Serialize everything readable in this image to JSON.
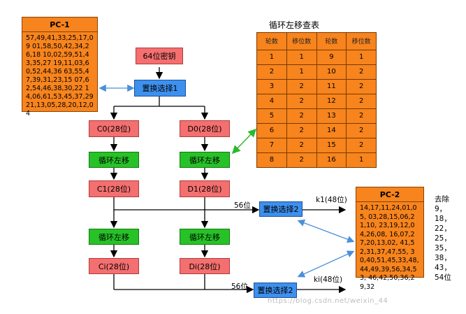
{
  "pc1": {
    "title": "PC-1",
    "body": "57,49,41,33,25,17,09 01,58,50,42,34,26,18 10,02,59,51,43,35,27 19,11,03,60,52,44,36 63,55,47,39,31,23,15 07,62,54,46,38,30,22 14,06,61,53,45,37,29 21,13,05,28,20,12,04"
  },
  "key_box": "64位密钥",
  "pc1_select": "置换选择1",
  "c0": "C0(28位)",
  "d0": "D0(28位)",
  "shift_label": "循环左移",
  "c1": "C1(28位)",
  "d1": "D1(28位)",
  "ci": "Ci(28位)",
  "di": "Di(28位)",
  "bits56": "56位",
  "pc2_select": "置换选择2",
  "k1": "k1(48位)",
  "ki": "ki(48位)",
  "shift_table": {
    "title": "循环左移查表",
    "headers": [
      "轮数",
      "移位数",
      "轮数",
      "移位数"
    ],
    "rows": [
      [
        "1",
        "1",
        "9",
        "1"
      ],
      [
        "2",
        "1",
        "10",
        "2"
      ],
      [
        "3",
        "2",
        "11",
        "2"
      ],
      [
        "4",
        "2",
        "12",
        "2"
      ],
      [
        "5",
        "2",
        "13",
        "2"
      ],
      [
        "6",
        "2",
        "14",
        "2"
      ],
      [
        "7",
        "2",
        "15",
        "2"
      ],
      [
        "8",
        "2",
        "16",
        "1"
      ]
    ]
  },
  "pc2": {
    "title": "PC-2",
    "body": "14,17,11,24,01,05, 03,28,15,06,21,10, 23,19,12,04,26,08, 16,07,27,20,13,02, 41,52,31,37,47,55, 30,40,51,45,33,48, 44,49,39,56,34,53, 46,42,50,36,29,32"
  },
  "removed": {
    "title": "去除",
    "items": [
      "9，",
      "18，",
      "22，",
      "25，",
      "35，",
      "38，",
      "43，",
      "54位"
    ]
  },
  "watermark": "https://blog.csdn.net/weixin_44"
}
